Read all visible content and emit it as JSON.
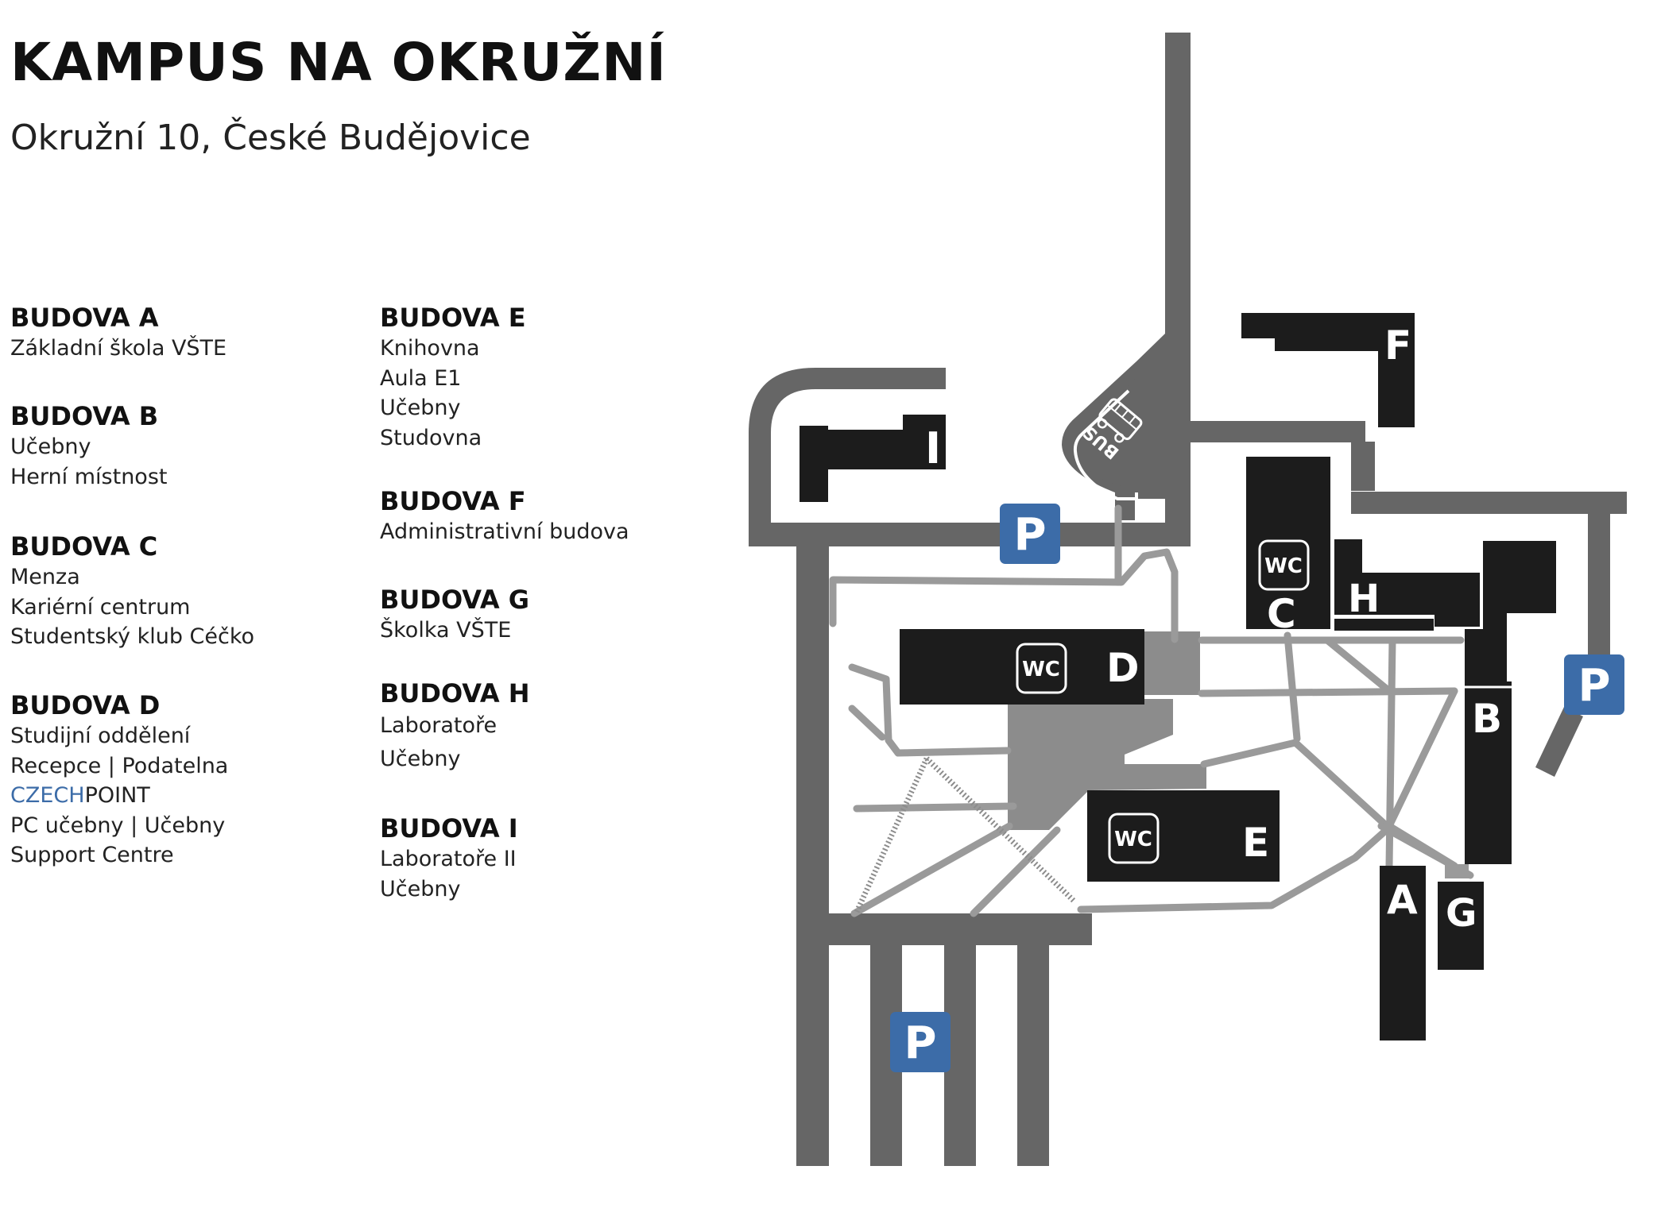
{
  "header": {
    "title": "KAMPUS NA OKRUŽNÍ",
    "subtitle": "Okružní 10, České Budějovice"
  },
  "legend": {
    "budova_a": {
      "heading": "BUDOVA A",
      "lines": [
        "Základní škola VŠTE"
      ]
    },
    "budova_b": {
      "heading": "BUDOVA B",
      "lines": [
        "Učebny",
        "Herní místnost"
      ]
    },
    "budova_c": {
      "heading": "BUDOVA C",
      "lines": [
        "Menza",
        "Kariérní centrum",
        "Studentský klub Céčko"
      ]
    },
    "budova_d": {
      "heading": "BUDOVA D",
      "lines": [
        "Studijní oddělení",
        "Recepce | Podatelna"
      ],
      "czechpoint": {
        "part_blue": "CZECH",
        "part_dark": "POINT"
      },
      "lines_after": [
        "PC učebny | Učebny",
        "Support Centre"
      ]
    },
    "budova_e": {
      "heading": "BUDOVA E",
      "lines": [
        "Knihovna",
        "Aula E1",
        "Učebny",
        "Studovna"
      ]
    },
    "budova_f": {
      "heading": "BUDOVA F",
      "lines": [
        "Administrativní budova"
      ]
    },
    "budova_g": {
      "heading": "BUDOVA G",
      "lines": [
        "Školka VŠTE"
      ]
    },
    "budova_h": {
      "heading": "BUDOVA H",
      "lines": [
        "Laboratoře",
        "Učebny"
      ]
    },
    "budova_i": {
      "heading": "BUDOVA I",
      "lines": [
        "Laboratoře II",
        "Učebny"
      ]
    }
  },
  "map": {
    "building_labels": {
      "a": "A",
      "b": "B",
      "c": "C",
      "d": "D",
      "e": "E",
      "f": "F",
      "g": "G",
      "h": "H",
      "i": "I"
    },
    "parking_label": "P",
    "wc_label": "WC",
    "bus_label": "BUS",
    "colors": {
      "road": "#666666",
      "plaza": "#8c8c8c",
      "path": "#9a9a9a",
      "building": "#1c1c1c",
      "parking": "#3c6ca8"
    }
  }
}
